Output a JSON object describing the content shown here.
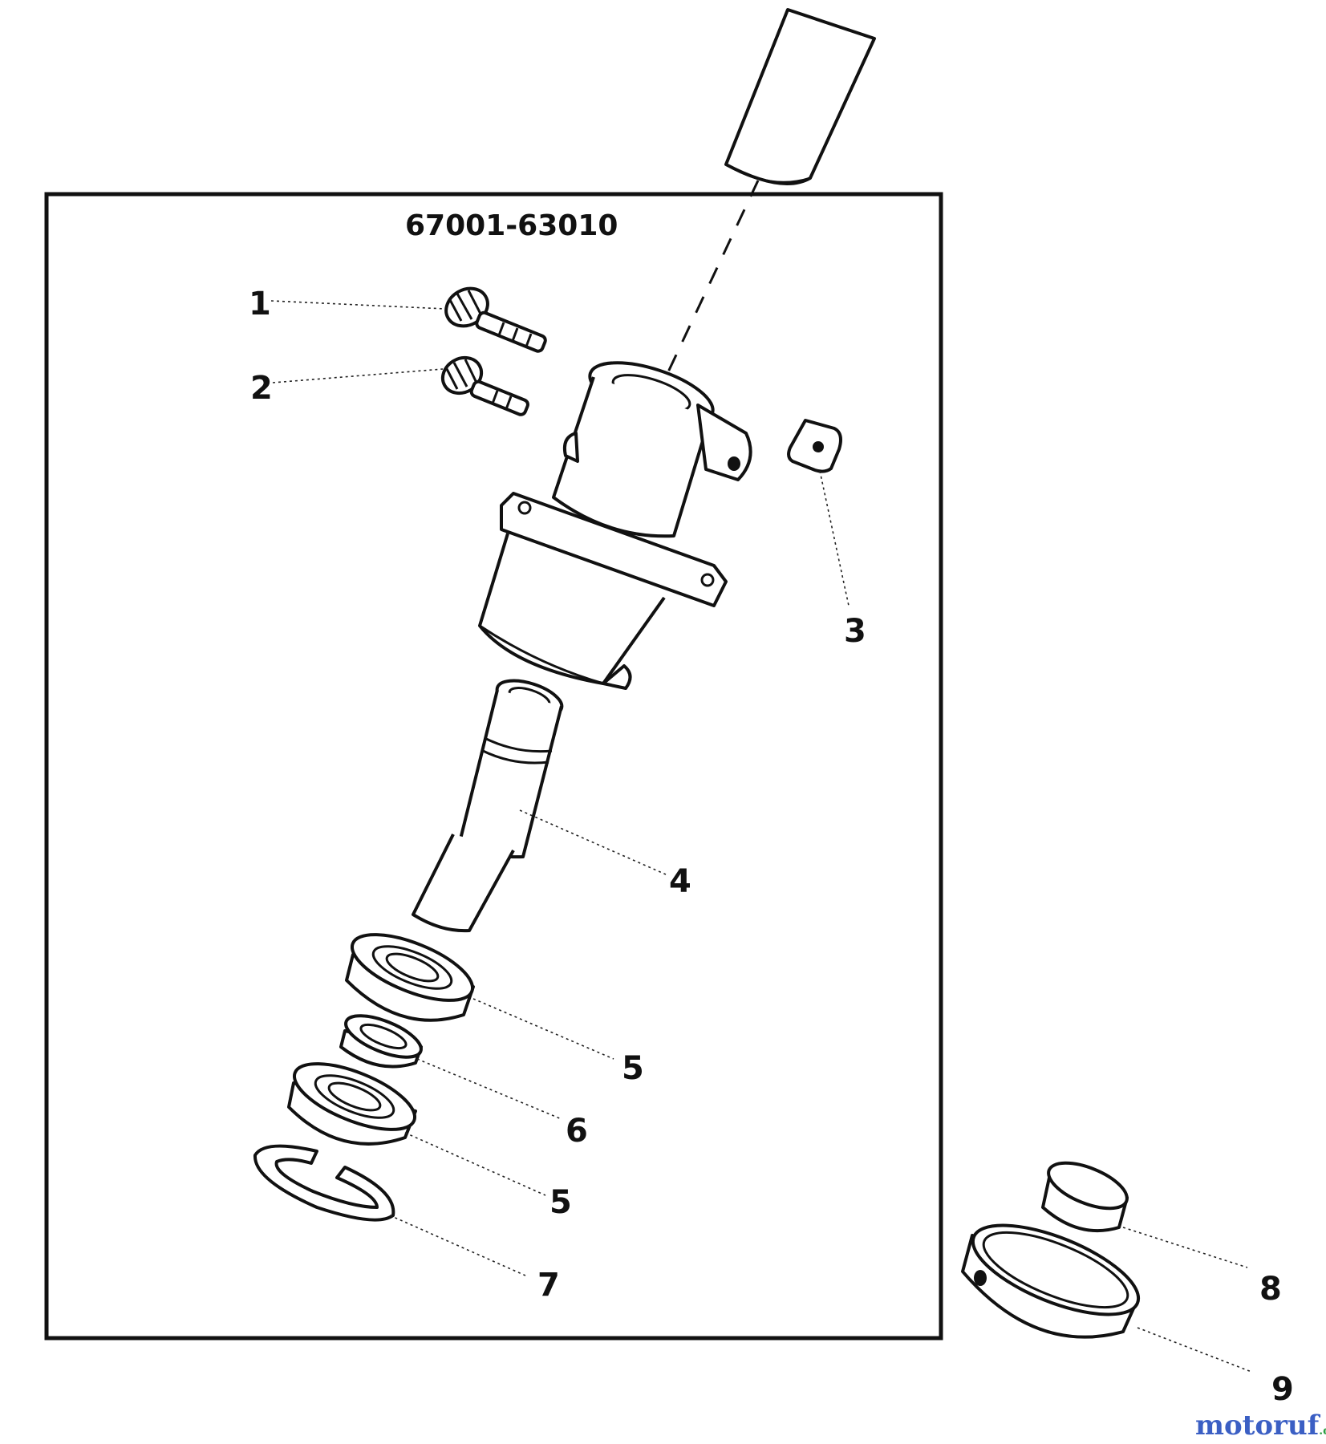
{
  "assembly": {
    "part_number": "67001-63010"
  },
  "callouts": [
    {
      "id": "c1",
      "text": "1"
    },
    {
      "id": "c2",
      "text": "2"
    },
    {
      "id": "c3",
      "text": "3"
    },
    {
      "id": "c4",
      "text": "4"
    },
    {
      "id": "c5a",
      "text": "5"
    },
    {
      "id": "c6",
      "text": "6"
    },
    {
      "id": "c5b",
      "text": "5"
    },
    {
      "id": "c7",
      "text": "7"
    },
    {
      "id": "c8",
      "text": "8"
    },
    {
      "id": "c9",
      "text": "9"
    }
  ],
  "watermark": {
    "brand": "motoruf",
    "tld": ".de"
  },
  "colors": {
    "line": "#111111",
    "watermark_1": "#3b5fc4",
    "watermark_2": "#d93a2b",
    "watermark_3": "#2e9e44",
    "watermark_4": "#e0a12a"
  }
}
